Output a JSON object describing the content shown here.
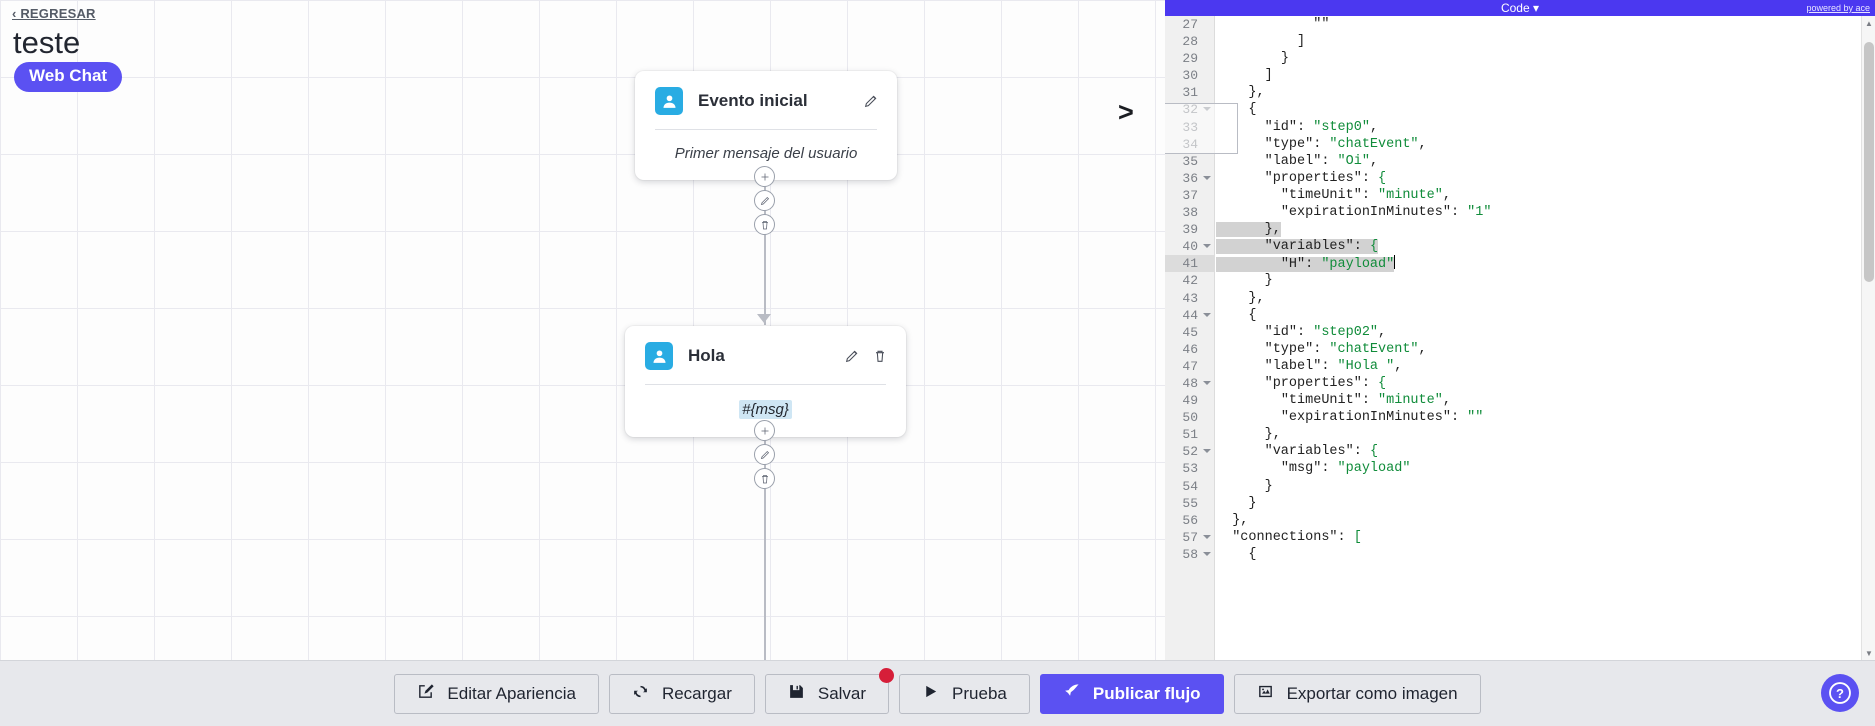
{
  "header": {
    "back_label": "‹ REGRESAR",
    "title": "teste",
    "channel_badge": "Web Chat"
  },
  "canvas": {
    "nodes": [
      {
        "title": "Evento inicial",
        "body_text": "Primer mensaje del usuario",
        "body_style": "placeholder",
        "actions": [
          "edit-icon"
        ]
      },
      {
        "title": "Hola",
        "body_text": "#{msg}",
        "body_style": "variable-chip",
        "actions": [
          "edit-icon",
          "delete-icon"
        ]
      }
    ],
    "node_controls": [
      "add-icon",
      "edit-icon",
      "delete-icon"
    ]
  },
  "editor": {
    "title": "Code",
    "title_caret": "▾",
    "powered_by": "powered by ace",
    "first_line_number": 27,
    "active_line": 41,
    "selected_lines": [
      39,
      40,
      41
    ],
    "fold_marker_line": 32,
    "fold_lines": [
      32,
      36,
      40,
      44,
      48,
      52,
      57,
      58
    ],
    "lines": [
      {
        "n": 27,
        "text": "            \"\""
      },
      {
        "n": 28,
        "text": "          ]"
      },
      {
        "n": 29,
        "text": "        }"
      },
      {
        "n": 30,
        "text": "      ]"
      },
      {
        "n": 31,
        "text": "    },"
      },
      {
        "n": 32,
        "text": "    {"
      },
      {
        "n": 33,
        "text": "      \"id\": \"step0\","
      },
      {
        "n": 34,
        "text": "      \"type\": \"chatEvent\","
      },
      {
        "n": 35,
        "text": "      \"label\": \"Oi\","
      },
      {
        "n": 36,
        "text": "      \"properties\": {"
      },
      {
        "n": 37,
        "text": "        \"timeUnit\": \"minute\","
      },
      {
        "n": 38,
        "text": "        \"expirationInMinutes\": \"1\""
      },
      {
        "n": 39,
        "text": "      },"
      },
      {
        "n": 40,
        "text": "      \"variables\": {"
      },
      {
        "n": 41,
        "text": "        \"H\": \"payload\""
      },
      {
        "n": 42,
        "text": "      }"
      },
      {
        "n": 43,
        "text": "    },"
      },
      {
        "n": 44,
        "text": "    {"
      },
      {
        "n": 45,
        "text": "      \"id\": \"step02\","
      },
      {
        "n": 46,
        "text": "      \"type\": \"chatEvent\","
      },
      {
        "n": 47,
        "text": "      \"label\": \"Hola \","
      },
      {
        "n": 48,
        "text": "      \"properties\": {"
      },
      {
        "n": 49,
        "text": "        \"timeUnit\": \"minute\","
      },
      {
        "n": 50,
        "text": "        \"expirationInMinutes\": \"\""
      },
      {
        "n": 51,
        "text": "      },"
      },
      {
        "n": 52,
        "text": "      \"variables\": {"
      },
      {
        "n": 53,
        "text": "        \"msg\": \"payload\""
      },
      {
        "n": 54,
        "text": "      }"
      },
      {
        "n": 55,
        "text": "    }"
      },
      {
        "n": 56,
        "text": "  },"
      },
      {
        "n": 57,
        "text": "  \"connections\": ["
      },
      {
        "n": 58,
        "text": "    {"
      }
    ]
  },
  "toolbar": {
    "buttons": [
      {
        "label": "Editar Apariencia",
        "icon": "pencil-square-icon",
        "primary": false,
        "badge": false
      },
      {
        "label": "Recargar",
        "icon": "refresh-icon",
        "primary": false,
        "badge": false
      },
      {
        "label": "Salvar",
        "icon": "save-disk-icon",
        "primary": false,
        "badge": true
      },
      {
        "label": "Prueba",
        "icon": "play-icon",
        "primary": false,
        "badge": false
      },
      {
        "label": "Publicar flujo",
        "icon": "rocket-icon",
        "primary": true,
        "badge": false
      },
      {
        "label": "Exportar como imagen",
        "icon": "image-icon",
        "primary": false,
        "badge": false
      }
    ],
    "help_icon": "question-circle-icon"
  },
  "colors": {
    "brand_purple": "#5b51f2",
    "editor_bar": "#4b38f0",
    "avatar_blue": "#29ace3",
    "badge_red": "#d61e39",
    "toolbar_bg": "#e7e8ec"
  }
}
